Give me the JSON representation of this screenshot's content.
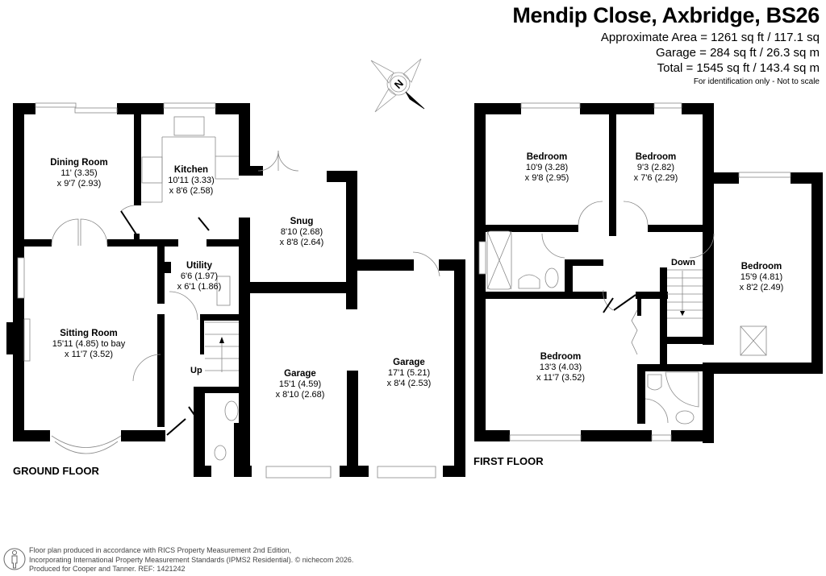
{
  "header": {
    "title": "Mendip Close, Axbridge, BS26",
    "area_lines": [
      "Approximate Area = 1261 sq ft / 117.1 sq",
      "Garage = 284 sq ft / 26.3 sq m",
      "Total = 1545 sq ft / 143.4 sq m"
    ],
    "disclaimer": "For identification only - Not to scale"
  },
  "compass": {
    "icon": "north-compass-icon",
    "label": "N"
  },
  "ground_floor": {
    "label": "GROUND FLOOR",
    "stairs_label": "Up",
    "rooms": [
      {
        "name": "Dining Room",
        "dim1": "11' (3.35)",
        "dim2": "x 9'7 (2.93)"
      },
      {
        "name": "Kitchen",
        "dim1": "10'11 (3.33)",
        "dim2": "x 8'6 (2.58)"
      },
      {
        "name": "Snug",
        "dim1": "8'10 (2.68)",
        "dim2": "x 8'8 (2.64)"
      },
      {
        "name": "Utility",
        "dim1": "6'6 (1.97)",
        "dim2": "x 6'1 (1.86)"
      },
      {
        "name": "Sitting Room",
        "dim1": "15'11 (4.85) to bay",
        "dim2": "x  11'7 (3.52)"
      },
      {
        "name": "Garage",
        "dim1": "15'1 (4.59)",
        "dim2": "x 8'10 (2.68)"
      },
      {
        "name": "Garage",
        "dim1": "17'1 (5.21)",
        "dim2": "x 8'4 (2.53)"
      }
    ]
  },
  "first_floor": {
    "label": "FIRST FLOOR",
    "stairs_label": "Down",
    "rooms": [
      {
        "name": "Bedroom",
        "dim1": "10'9 (3.28)",
        "dim2": "x 9'8 (2.95)"
      },
      {
        "name": "Bedroom",
        "dim1": "9'3 (2.82)",
        "dim2": "x 7'6 (2.29)"
      },
      {
        "name": "Bedroom",
        "dim1": "15'9 (4.81)",
        "dim2": "x 8'2 (2.49)"
      },
      {
        "name": "Bedroom",
        "dim1": "13'3 (4.03)",
        "dim2": "x 11'7 (3.52)"
      }
    ]
  },
  "footer": {
    "icon": "info-person-icon",
    "lines": [
      "Floor plan produced in accordance with RICS Property Measurement 2nd Edition,",
      "Incorporating International Property Measurement Standards (IPMS2 Residential).   © nichecom 2026.",
      "Produced for Cooper and Tanner.   REF: 1421242"
    ]
  },
  "colors": {
    "wall": "#000000",
    "fixture": "#888888",
    "background": "#ffffff"
  }
}
